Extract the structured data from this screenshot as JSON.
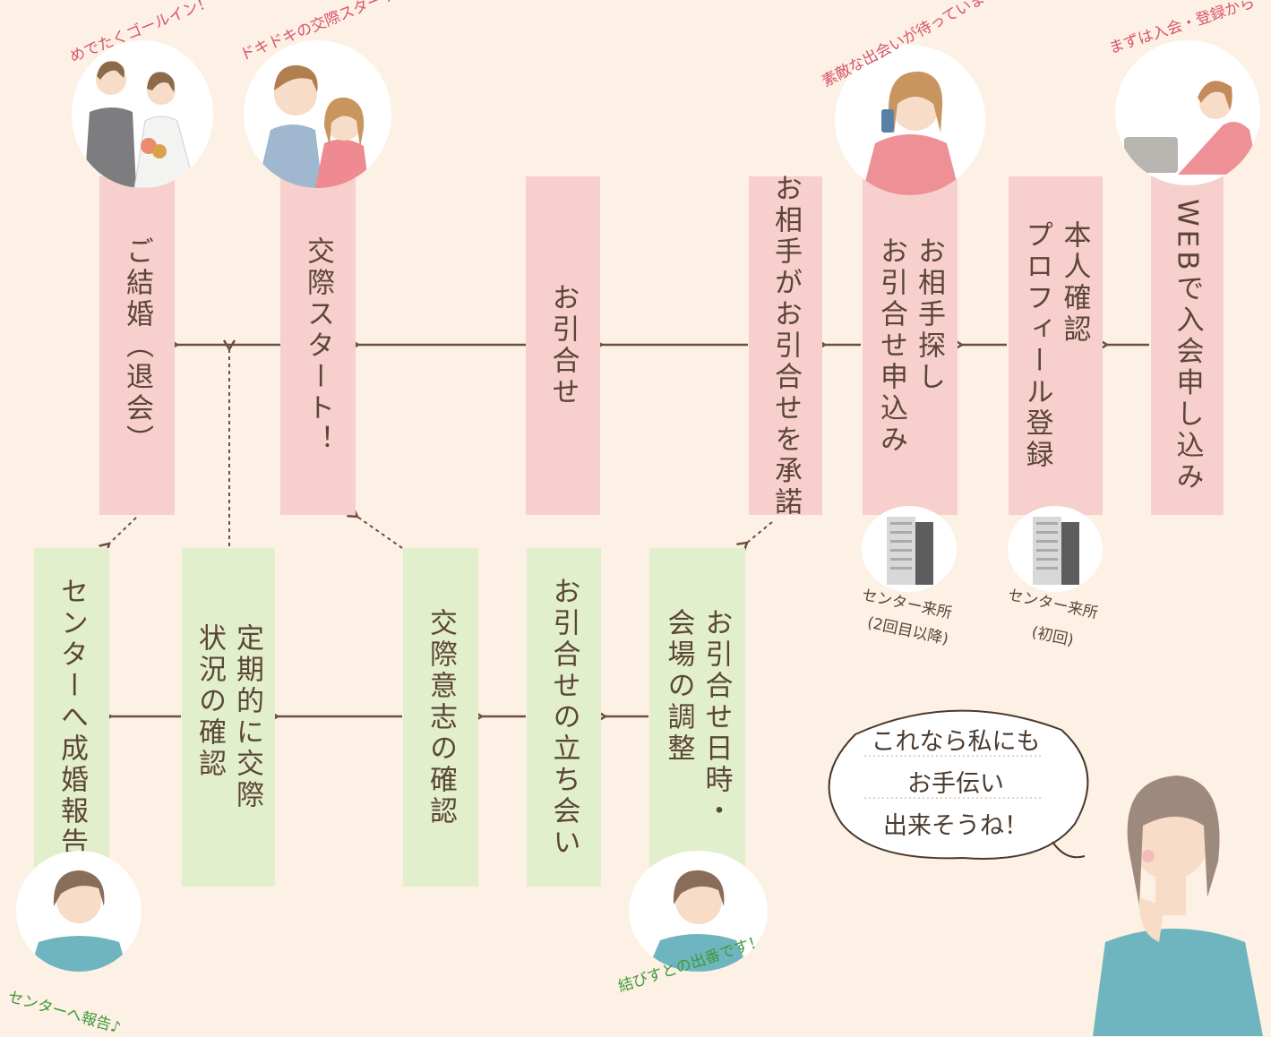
{
  "steps_top": [
    {
      "id": "web",
      "text": "WEBで入会申し込み"
    },
    {
      "id": "profile",
      "text": "本人確認\nプロフィール登録"
    },
    {
      "id": "search",
      "text": "お相手探し\nお引合せ申込み"
    },
    {
      "id": "accept",
      "text": "お相手がお引合せを承諾"
    },
    {
      "id": "meet",
      "text": "お引合せ"
    },
    {
      "id": "date",
      "text": "交際スタート！"
    },
    {
      "id": "marry",
      "text": "ご結婚（退会）"
    }
  ],
  "steps_bottom": [
    {
      "id": "schedule",
      "text": "お引合せ日時・\n会場の調整"
    },
    {
      "id": "attend",
      "text": "お引合せの立ち会い"
    },
    {
      "id": "confirm",
      "text": "交際意志の確認"
    },
    {
      "id": "regular",
      "text": "定期的に交際\n状況の確認"
    },
    {
      "id": "report",
      "text": "センターへ成婚報告"
    }
  ],
  "captions": {
    "first": "まずは入会・登録から",
    "encounter": "素敵な出会いが待っています！",
    "dating": "ドキドキの交際スタート",
    "wedding": "めでたくゴールイン！",
    "matchmaker": "結びすとの出番です！",
    "report": "センターへ報告♪"
  },
  "buildings": {
    "first_line1": "センター来所",
    "first_line2": "(初回)",
    "second_line1": "センター来所",
    "second_line2": "(2回目以降)"
  },
  "speech": {
    "line1": "これなら私にも",
    "line2": "お手伝い",
    "line3": "出来そうね！"
  },
  "colors": {
    "pink": "#f7cfcc",
    "green": "#e2efcc",
    "arrow": "#6b5040",
    "caption_pink": "#d9546a",
    "caption_green": "#3f9a3b"
  }
}
